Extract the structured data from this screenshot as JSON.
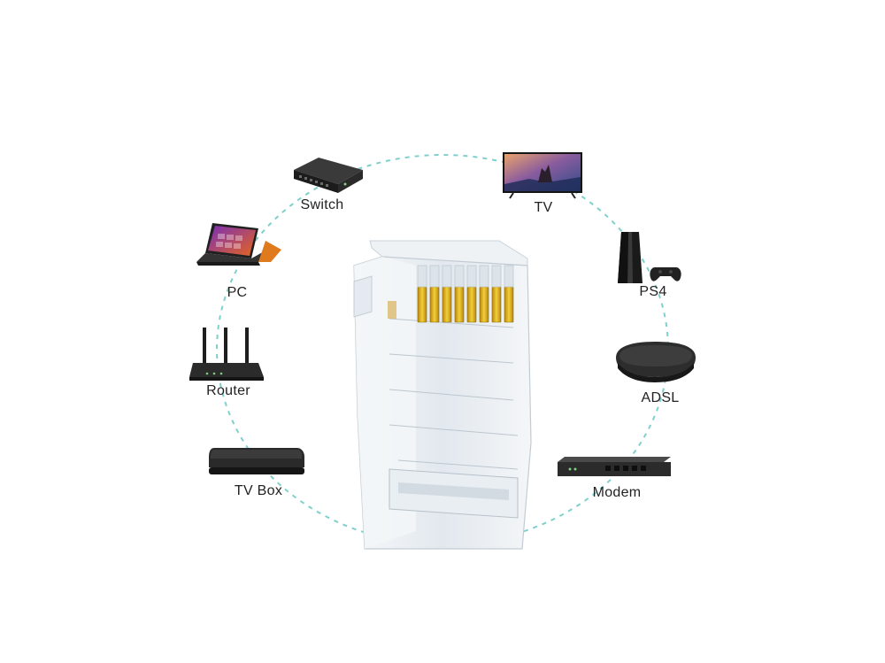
{
  "colors": {
    "ring": "#7fd0cc",
    "device_dark": "#2b2b2b",
    "contacts": "#e8b81c",
    "plastic": "#e4eaf0"
  },
  "devices": [
    {
      "name": "switch",
      "label": "Switch",
      "icon": "network-switch-icon"
    },
    {
      "name": "tv",
      "label": "TV",
      "icon": "television-icon"
    },
    {
      "name": "pc",
      "label": "PC",
      "icon": "laptop-icon"
    },
    {
      "name": "ps4",
      "label": "PS4",
      "icon": "game-console-icon"
    },
    {
      "name": "router",
      "label": "Router",
      "icon": "wifi-router-icon"
    },
    {
      "name": "adsl",
      "label": "ADSL",
      "icon": "adsl-box-icon"
    },
    {
      "name": "tvbox",
      "label": "TV Box",
      "icon": "tv-box-icon"
    },
    {
      "name": "modem",
      "label": "Modem",
      "icon": "rack-modem-icon"
    }
  ],
  "center": {
    "icon": "rj45-connector-icon"
  }
}
